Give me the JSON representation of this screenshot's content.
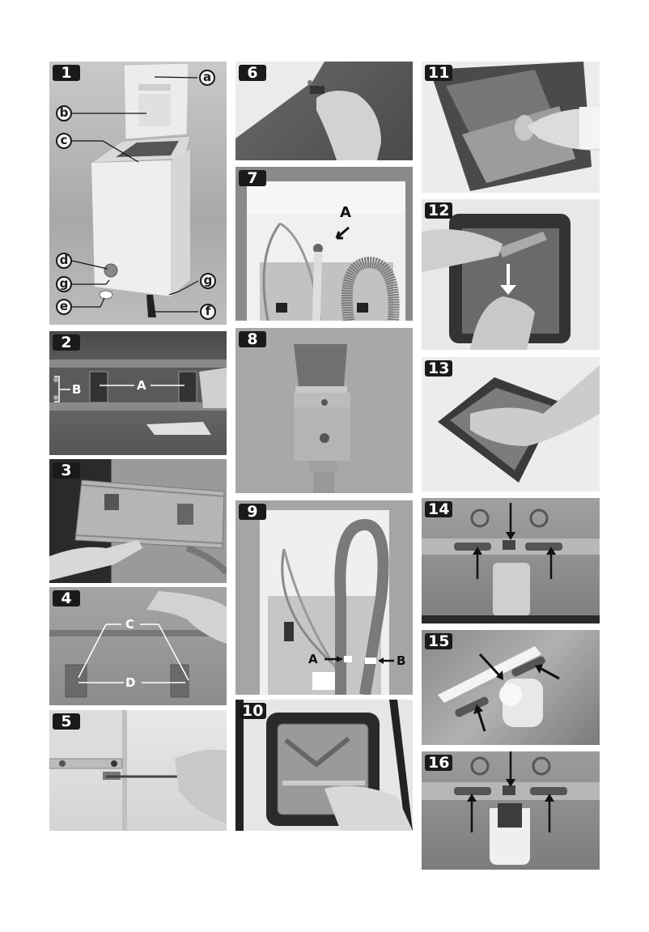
{
  "page": {
    "background": "#ffffff",
    "badge_color": "#1a1a1a"
  },
  "panels": [
    {
      "number": "1",
      "callouts": [
        "a",
        "b",
        "c",
        "d",
        "g",
        "e",
        "g",
        "f"
      ]
    },
    {
      "number": "2",
      "labels": [
        "A",
        "B"
      ]
    },
    {
      "number": "3"
    },
    {
      "number": "4",
      "labels": [
        "C",
        "D"
      ]
    },
    {
      "number": "5"
    },
    {
      "number": "6"
    },
    {
      "number": "7",
      "labels": [
        "A"
      ]
    },
    {
      "number": "8"
    },
    {
      "number": "9",
      "labels": [
        "A",
        "B"
      ]
    },
    {
      "number": "10"
    },
    {
      "number": "11"
    },
    {
      "number": "12"
    },
    {
      "number": "13"
    },
    {
      "number": "14"
    },
    {
      "number": "15"
    },
    {
      "number": "16"
    }
  ]
}
